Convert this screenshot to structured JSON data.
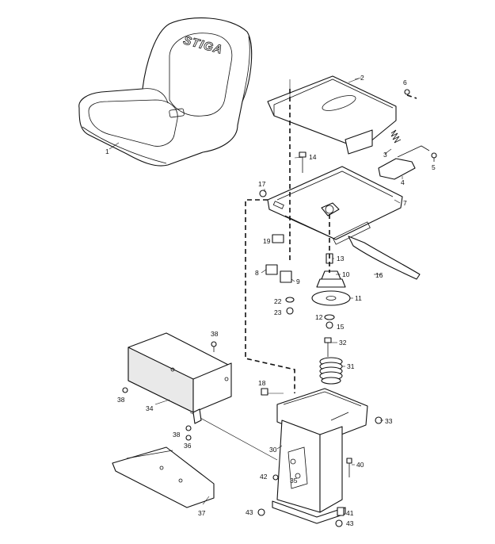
{
  "brand_logo": "STIGA",
  "callouts": [
    {
      "id": "c1",
      "label": "1"
    },
    {
      "id": "c2",
      "label": "2"
    },
    {
      "id": "c3",
      "label": "3"
    },
    {
      "id": "c4",
      "label": "4"
    },
    {
      "id": "c5",
      "label": "5"
    },
    {
      "id": "c6",
      "label": "6"
    },
    {
      "id": "c7",
      "label": "7"
    },
    {
      "id": "c8",
      "label": "8"
    },
    {
      "id": "c9",
      "label": "9"
    },
    {
      "id": "c10",
      "label": "10"
    },
    {
      "id": "c11",
      "label": "11"
    },
    {
      "id": "c12",
      "label": "12"
    },
    {
      "id": "c13",
      "label": "13"
    },
    {
      "id": "c14",
      "label": "14"
    },
    {
      "id": "c15",
      "label": "15"
    },
    {
      "id": "c16",
      "label": "16"
    },
    {
      "id": "c17",
      "label": "17"
    },
    {
      "id": "c18",
      "label": "18"
    },
    {
      "id": "c19",
      "label": "19"
    },
    {
      "id": "c22",
      "label": "22"
    },
    {
      "id": "c23",
      "label": "23"
    },
    {
      "id": "c30",
      "label": "30"
    },
    {
      "id": "c31",
      "label": "31"
    },
    {
      "id": "c32",
      "label": "32"
    },
    {
      "id": "c33",
      "label": "33"
    },
    {
      "id": "c34",
      "label": "34"
    },
    {
      "id": "c35",
      "label": "35"
    },
    {
      "id": "c36",
      "label": "36"
    },
    {
      "id": "c37",
      "label": "37"
    },
    {
      "id": "c38a",
      "label": "38"
    },
    {
      "id": "c38b",
      "label": "38"
    },
    {
      "id": "c38c",
      "label": "38"
    },
    {
      "id": "c40",
      "label": "40"
    },
    {
      "id": "c41",
      "label": "41"
    },
    {
      "id": "c42",
      "label": "42"
    },
    {
      "id": "c43a",
      "label": "43"
    },
    {
      "id": "c43b",
      "label": "43"
    }
  ]
}
